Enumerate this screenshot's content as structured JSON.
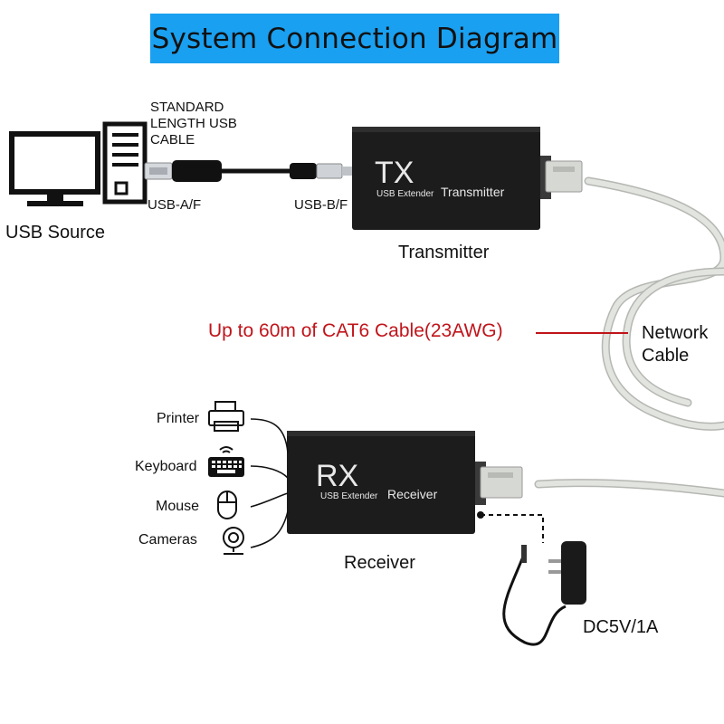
{
  "title": "System Connection Diagram",
  "source": {
    "label": "USB Source",
    "cable_label": "STANDARD LENGTH USB CABLE",
    "cable_label_lines": [
      "STANDARD",
      "LENGTH USB",
      "CABLE"
    ],
    "usb_a_label": "USB-A/F",
    "usb_b_label": "USB-B/F"
  },
  "transmitter": {
    "logo": "TX",
    "sub_text": "USB Extender",
    "box_label": "Transmitter",
    "caption": "Transmitter"
  },
  "receiver": {
    "logo": "RX",
    "sub_text": "USB Extender",
    "box_label": "Receiver",
    "caption": "Receiver"
  },
  "network": {
    "cable_note": "Up to 60m of CAT6 Cable(23AWG)",
    "label_lines": [
      "Network",
      "Cable"
    ]
  },
  "power": {
    "label": "DC5V/1A"
  },
  "devices": [
    {
      "label": "Printer",
      "icon": "printer-icon"
    },
    {
      "label": "Keyboard",
      "icon": "keyboard-icon"
    },
    {
      "label": "Mouse",
      "icon": "mouse-icon"
    },
    {
      "label": "Cameras",
      "icon": "camera-icon"
    }
  ],
  "colors": {
    "banner": "#1aa0f0",
    "cable_note": "#c0141a",
    "device_box": "#1c1c1c",
    "network_cable": "#d9dbd6"
  }
}
